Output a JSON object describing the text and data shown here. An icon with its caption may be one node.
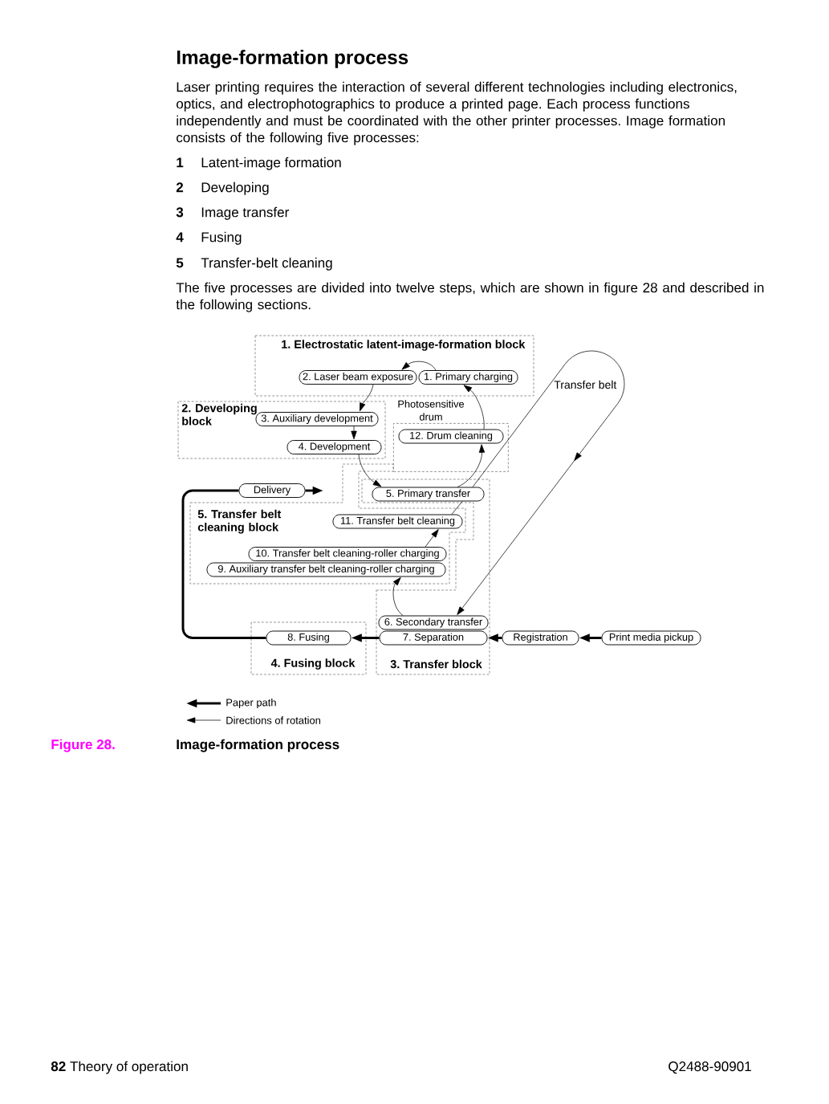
{
  "diagram": {
    "title": "Image-formation process",
    "caption": "Image-formation process",
    "nodes": [
      {
        "text": [
          "1. Electrostatic latent-image-formation block"
        ]
      },
      {
        "text": [
          "2. Laser beam exposure"
        ],
        "in": 0
      },
      {
        "text": [
          "1. Primary charging"
        ],
        "in": 0
      },
      {
        "text": [
          "2. Developing block"
        ]
      },
      {
        "text": [
          "3. Auxiliary development"
        ],
        "in": 3
      },
      {
        "text": [
          "4. Development"
        ],
        "in": 3
      },
      {
        "text": [],
        "shape": "box"
      },
      {
        "text": [
          "12. Drum cleaning"
        ],
        "in": 6
      },
      {
        "text": [
          "Delivery"
        ]
      },
      {
        "text": [
          "3. Transfer block"
        ]
      },
      {
        "text": [
          "5. Primary transfer"
        ],
        "in": 9
      },
      {
        "text": [
          "6. Secondary transfer"
        ],
        "in": 9
      },
      {
        "text": [
          "7. Separation"
        ],
        "in": 9
      },
      {
        "text": [
          "5. Transfer belt cleaning block"
        ]
      },
      {
        "text": [
          "11. Transfer belt cleaning"
        ],
        "in": 13
      },
      {
        "text": [
          "10. Transfer belt cleaning-roller charging"
        ],
        "in": 13
      },
      {
        "text": [
          "9. Auxiliary transfer belt cleaning-roller charging"
        ],
        "in": 13
      },
      {
        "text": [
          "4. Fusing block"
        ]
      },
      {
        "text": [
          "8. Fusing"
        ],
        "in": 17
      },
      {
        "text": [
          "Registration"
        ]
      },
      {
        "text": [
          "Print media pickup"
        ]
      }
    ],
    "edges": [
      {
        "from": 20,
        "to": 19,
        "arrow": "to",
        "style": "thick"
      },
      {
        "from": 19,
        "to": 12,
        "arrow": "to",
        "style": "thick"
      },
      {
        "from": 12,
        "to": 18,
        "arrow": "to",
        "style": "thick"
      },
      {
        "from": 18,
        "to": 8,
        "arrow": "none",
        "style": "thick"
      },
      {
        "from": 8,
        "to": null,
        "arrow": "to",
        "style": "thick"
      },
      {
        "from": 2,
        "to": 1,
        "arrow": "to"
      },
      {
        "from": 1,
        "to": 4,
        "arrow": "to"
      },
      {
        "from": 4,
        "to": 5,
        "arrow": "to"
      },
      {
        "from": 5,
        "to": 10,
        "arrow": "to"
      },
      {
        "from": 10,
        "to": 7,
        "arrow": "to"
      },
      {
        "from": 7,
        "to": 2,
        "arrow": "to"
      },
      {
        "from": 11,
        "to": 16,
        "arrow": "to"
      },
      {
        "from": 15,
        "to": 14,
        "arrow": "to"
      },
      {
        "from": 14,
        "to": 10,
        "arrow": "none"
      },
      {
        "from": 10,
        "to": 11,
        "arrow": "to"
      }
    ],
    "labels": [
      "Laser printing requires the interaction of several different technologies including electronics, optics, and electrophotographics to produce a printed page. Each process functions independently and must be coordinated with the other printer processes. Image formation consists of the following five processes:",
      "1",
      "Latent-image formation",
      "2",
      "Developing",
      "3",
      "Image transfer",
      "4",
      "Fusing",
      "5",
      "Transfer-belt cleaning",
      "The five processes are divided into twelve steps, which are shown in figure 28 and described in the following sections.",
      "Photosensitive drum",
      "Transfer belt",
      "Figure 28.",
      "**82** Theory of operation",
      "Q2488-90901"
    ],
    "legend": [
      {
        "text": "Paper path"
      },
      {
        "text": "Directions of rotation"
      }
    ]
  }
}
